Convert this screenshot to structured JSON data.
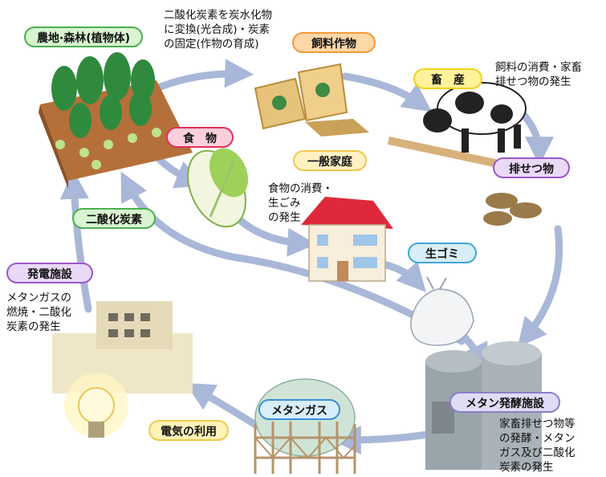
{
  "labels": {
    "farmland": "農地·森林(植物体)",
    "feed": "飼料作物",
    "livestock": "畜　産",
    "food": "食　物",
    "household": "一般家庭",
    "excreta": "排せつ物",
    "co2": "二酸化炭素",
    "garbage": "生ゴミ",
    "power": "発電施設",
    "methane_plant": "メタン発酵施設",
    "methane_gas": "メタンガス",
    "electricity": "電気の利用"
  },
  "notes": {
    "photosynthesis": [
      "二酸化炭素を炭水化物",
      "に変換(光合成)・炭素",
      "の固定(作物の育成)"
    ],
    "livestock": [
      "飼料の消費・家畜",
      "排せつ物の発生"
    ],
    "household": [
      "食物の消費・",
      "生ごみ",
      "の発生"
    ],
    "power": [
      "メタンガスの",
      "燃焼・二酸化",
      "炭素の発生"
    ],
    "methane_plant": [
      "家畜排せつ物等",
      "の発酵・メタン",
      "ガス及び二酸化",
      "炭素の発生"
    ]
  },
  "colors": {
    "arrow": "#a9b7d8",
    "farmland": "#4caf50",
    "feed": "#f39a3c",
    "livestock": "#f2d21c",
    "food": "#e0305c",
    "household": "#f0c84a",
    "excreta": "#9a59c6",
    "co2": "#4caf50",
    "garbage": "#42a5d8",
    "power": "#9a59c6",
    "methane_plant": "#8a7fc8",
    "methane_gas": "#3a8fd6",
    "electricity": "#f0c84a"
  }
}
